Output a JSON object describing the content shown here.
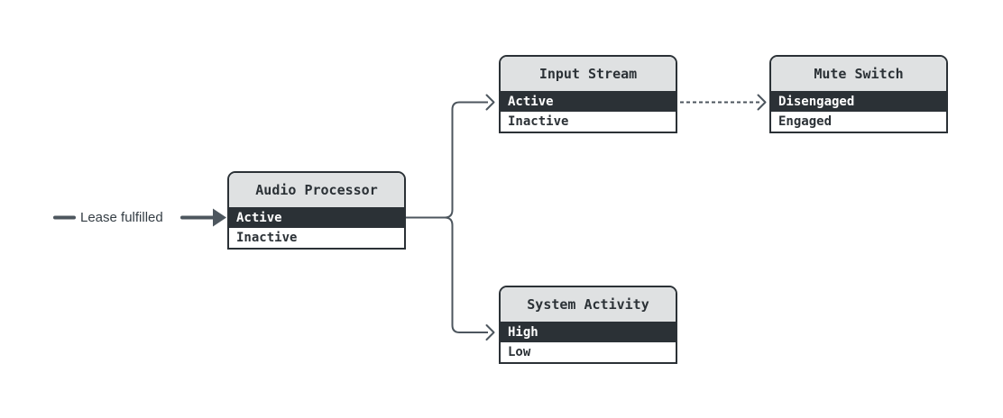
{
  "theme": {
    "bg": "#ffffff",
    "ink": "#2b3136",
    "header-bg": "#dfe1e2",
    "row-active-bg": "#2b3136",
    "row-active-text": "#ffffff",
    "connector": "#4d565e",
    "label-text": "#353e45"
  },
  "diagram": {
    "external_event": {
      "label": "Lease fulfilled"
    },
    "nodes": [
      {
        "title": "Audio Processor",
        "states": [
          {
            "label": "Active",
            "selected": true
          },
          {
            "label": "Inactive",
            "selected": false
          }
        ]
      },
      {
        "title": "Input Stream",
        "states": [
          {
            "label": "Active",
            "selected": true
          },
          {
            "label": "Inactive",
            "selected": false
          }
        ]
      },
      {
        "title": "Mute Switch",
        "states": [
          {
            "label": "Disengaged",
            "selected": true
          },
          {
            "label": "Engaged",
            "selected": false
          }
        ]
      },
      {
        "title": "System Activity",
        "states": [
          {
            "label": "High",
            "selected": true
          },
          {
            "label": "Low",
            "selected": false
          }
        ]
      }
    ],
    "edges": [
      {
        "from": "external: Lease fulfilled",
        "to": "Audio Processor / Active",
        "style": "solid, filled triangle arrowhead"
      },
      {
        "from": "Audio Processor / Active",
        "to": "Input Stream / Active",
        "style": "solid elbow, open chevron arrowhead"
      },
      {
        "from": "Audio Processor / Active",
        "to": "System Activity / High",
        "style": "solid elbow, open chevron arrowhead"
      },
      {
        "from": "Input Stream / Active",
        "to": "Mute Switch / Disengaged",
        "style": "dashed, open chevron arrowhead"
      }
    ]
  }
}
